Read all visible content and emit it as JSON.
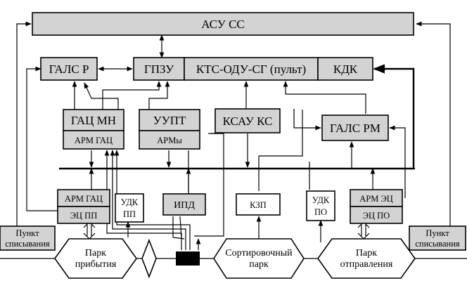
{
  "blocks": {
    "asu_ss": "АСУ СС",
    "gals_r": "ГАЛС Р",
    "gpzu": "ГПЗУ",
    "kts": "КТС-ОДУ-СГ (пульт)",
    "kdk": "КДК",
    "gac_mn": "ГАЦ МН",
    "arm_gac_top": "АРМ ГАЦ",
    "uupt": "УУПТ",
    "army": "АРМы",
    "ksau_ks": "КСАУ КС",
    "gals_rm": "ГАЛС РМ",
    "arm_gac_bottom": "АРМ ГАЦ",
    "ec_pp": "ЭЦ ПП",
    "udk_pp_1": "УДК",
    "udk_pp_2": "ПП",
    "ipd": "ИПД",
    "kzp": "КЗП",
    "udk_po_1": "УДК",
    "udk_po_2": "ПО",
    "arm_ec": "АРМ ЭЦ",
    "ec_po": "ЭЦ ПО",
    "punkt_left_1": "Пункт",
    "punkt_left_2": "списывания",
    "punkt_right_1": "Пункт",
    "punkt_right_2": "списывания"
  },
  "parks": {
    "arrival_1": "Парк",
    "arrival_2": "прибытия",
    "sorting_1": "Сортировочный",
    "sorting_2": "парк",
    "departure_1": "Парк",
    "departure_2": "отправления"
  }
}
